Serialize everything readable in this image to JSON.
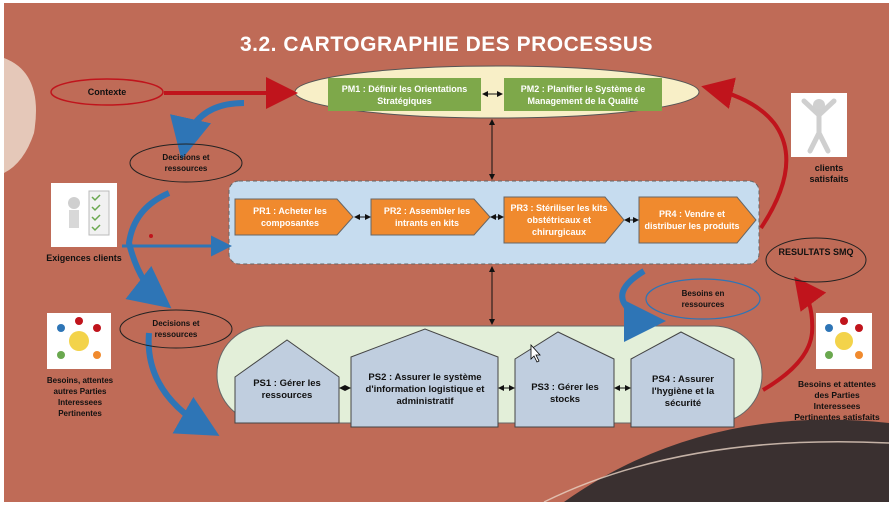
{
  "title": "3.2. CARTOGRAPHIE DES PROCESSUS",
  "pilotage": {
    "pm1": "PM1 : Définir les Orientations Stratégiques",
    "pm2": "PM2 : Planifier le Système de Management de la Qualité"
  },
  "realisation": {
    "pr1": "PR1 : Acheter les composantes",
    "pr2": "PR2 : Assembler les intrants en kits",
    "pr3": "PR3 : Stériliser les kits obstétricaux et chirurgicaux",
    "pr4": "PR4 : Vendre et distribuer les produits"
  },
  "support": {
    "ps1": "PS1 : Gérer les ressources",
    "ps2": "PS2 : Assurer le système d'information logistique et administratif",
    "ps3": "PS3 : Gérer les stocks",
    "ps4": "PS4 : Assurer l'hygiène et la sécurité"
  },
  "labels": {
    "contexte": "Contexte",
    "decisions_1": "Decisions et ressources",
    "decisions_2": "Decisions et ressources",
    "besoins_ressources": "Besoins en ressources",
    "exigences": "Exigences clients",
    "besoins_attentes": "Besoins, attentes autres Parties Interessees Pertinentes",
    "clients_satisfaits": "clients satisfaits",
    "resultats": "RESULTATS SMQ",
    "besoins_satisfaits": "Besoins et attentes des Parties Interessees Pertinentes satisfaits"
  },
  "colors": {
    "background": "#bf6b57",
    "pilotage_fill": "#f8efc7",
    "pilotage_box": "#7ea84a",
    "realisation_fill": "#c6dcef",
    "realisation_arrow": "#f08a2e",
    "support_fill": "#e3efd9",
    "support_box": "#c0cedf",
    "red_arrow": "#c0141c",
    "blue_arrow": "#2e75b6"
  }
}
